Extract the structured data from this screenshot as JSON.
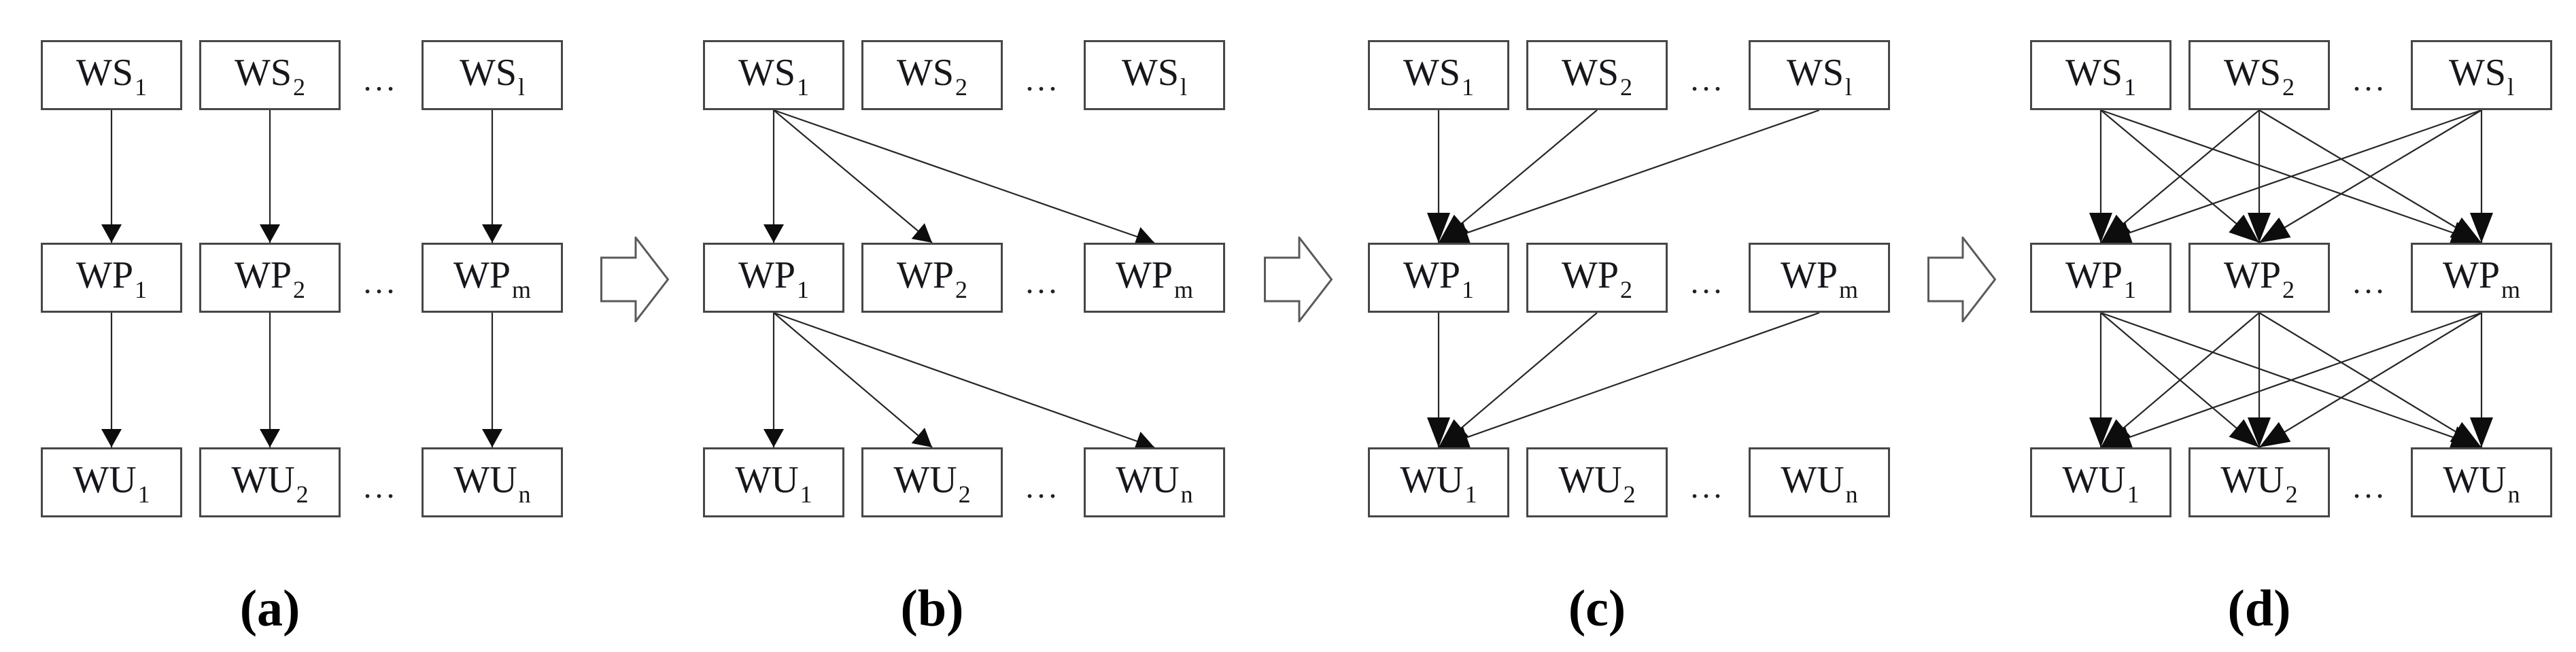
{
  "figure": {
    "colors": {
      "background": "#ffffff",
      "box_border": "#474747",
      "edge_line": "#262626",
      "arrowhead": "#0d0d0d",
      "text": "#16161d",
      "connector_stroke": "#5a5a5a",
      "connector_fill": "#ffffff"
    },
    "connector_icon": "block-arrow-right-icon",
    "panels": [
      {
        "label": "(a)",
        "arrowhead_style": "small",
        "rows": [
          {
            "boxes": [
              {
                "base": "WS",
                "sub": "1"
              },
              {
                "base": "WS",
                "sub": "2"
              },
              {
                "base": "WS",
                "sub": "l"
              }
            ],
            "ellipsis": "..."
          },
          {
            "boxes": [
              {
                "base": "WP",
                "sub": "1"
              },
              {
                "base": "WP",
                "sub": "2"
              },
              {
                "base": "WP",
                "sub": "m"
              }
            ],
            "ellipsis": "..."
          },
          {
            "boxes": [
              {
                "base": "WU",
                "sub": "1"
              },
              {
                "base": "WU",
                "sub": "2"
              },
              {
                "base": "WU",
                "sub": "n"
              }
            ],
            "ellipsis": "..."
          }
        ],
        "edges": {
          "ws_to_wp": [
            [
              0,
              0
            ],
            [
              1,
              1
            ],
            [
              2,
              2
            ]
          ],
          "wp_to_wu": [
            [
              0,
              0
            ],
            [
              1,
              1
            ],
            [
              2,
              2
            ]
          ]
        }
      },
      {
        "label": "(b)",
        "arrowhead_style": "small",
        "rows": [
          {
            "boxes": [
              {
                "base": "WS",
                "sub": "1"
              },
              {
                "base": "WS",
                "sub": "2"
              },
              {
                "base": "WS",
                "sub": "l"
              }
            ],
            "ellipsis": "..."
          },
          {
            "boxes": [
              {
                "base": "WP",
                "sub": "1"
              },
              {
                "base": "WP",
                "sub": "2"
              },
              {
                "base": "WP",
                "sub": "m"
              }
            ],
            "ellipsis": "..."
          },
          {
            "boxes": [
              {
                "base": "WU",
                "sub": "1"
              },
              {
                "base": "WU",
                "sub": "2"
              },
              {
                "base": "WU",
                "sub": "n"
              }
            ],
            "ellipsis": "..."
          }
        ],
        "edges": {
          "ws_to_wp": [
            [
              0,
              0
            ],
            [
              0,
              1
            ],
            [
              0,
              2
            ]
          ],
          "wp_to_wu": [
            [
              0,
              0
            ],
            [
              0,
              1
            ],
            [
              0,
              2
            ]
          ]
        }
      },
      {
        "label": "(c)",
        "arrowhead_style": "big",
        "rows": [
          {
            "boxes": [
              {
                "base": "WS",
                "sub": "1"
              },
              {
                "base": "WS",
                "sub": "2"
              },
              {
                "base": "WS",
                "sub": "l"
              }
            ],
            "ellipsis": "..."
          },
          {
            "boxes": [
              {
                "base": "WP",
                "sub": "1"
              },
              {
                "base": "WP",
                "sub": "2"
              },
              {
                "base": "WP",
                "sub": "m"
              }
            ],
            "ellipsis": "..."
          },
          {
            "boxes": [
              {
                "base": "WU",
                "sub": "1"
              },
              {
                "base": "WU",
                "sub": "2"
              },
              {
                "base": "WU",
                "sub": "n"
              }
            ],
            "ellipsis": "..."
          }
        ],
        "edges": {
          "ws_to_wp": [
            [
              0,
              0
            ],
            [
              1,
              0
            ],
            [
              2,
              0
            ]
          ],
          "wp_to_wu": [
            [
              0,
              0
            ],
            [
              1,
              0
            ],
            [
              2,
              0
            ]
          ]
        }
      },
      {
        "label": "(d)",
        "arrowhead_style": "big",
        "rows": [
          {
            "boxes": [
              {
                "base": "WS",
                "sub": "1"
              },
              {
                "base": "WS",
                "sub": "2"
              },
              {
                "base": "WS",
                "sub": "l"
              }
            ],
            "ellipsis": "..."
          },
          {
            "boxes": [
              {
                "base": "WP",
                "sub": "1"
              },
              {
                "base": "WP",
                "sub": "2"
              },
              {
                "base": "WP",
                "sub": "m"
              }
            ],
            "ellipsis": "..."
          },
          {
            "boxes": [
              {
                "base": "WU",
                "sub": "1"
              },
              {
                "base": "WU",
                "sub": "2"
              },
              {
                "base": "WU",
                "sub": "n"
              }
            ],
            "ellipsis": "..."
          }
        ],
        "edges": {
          "ws_to_wp": [
            [
              0,
              0
            ],
            [
              0,
              1
            ],
            [
              0,
              2
            ],
            [
              1,
              0
            ],
            [
              1,
              1
            ],
            [
              1,
              2
            ],
            [
              2,
              0
            ],
            [
              2,
              1
            ],
            [
              2,
              2
            ]
          ],
          "wp_to_wu": [
            [
              0,
              0
            ],
            [
              0,
              1
            ],
            [
              0,
              2
            ],
            [
              1,
              0
            ],
            [
              1,
              1
            ],
            [
              1,
              2
            ],
            [
              2,
              0
            ],
            [
              2,
              1
            ],
            [
              2,
              2
            ]
          ]
        }
      }
    ]
  }
}
